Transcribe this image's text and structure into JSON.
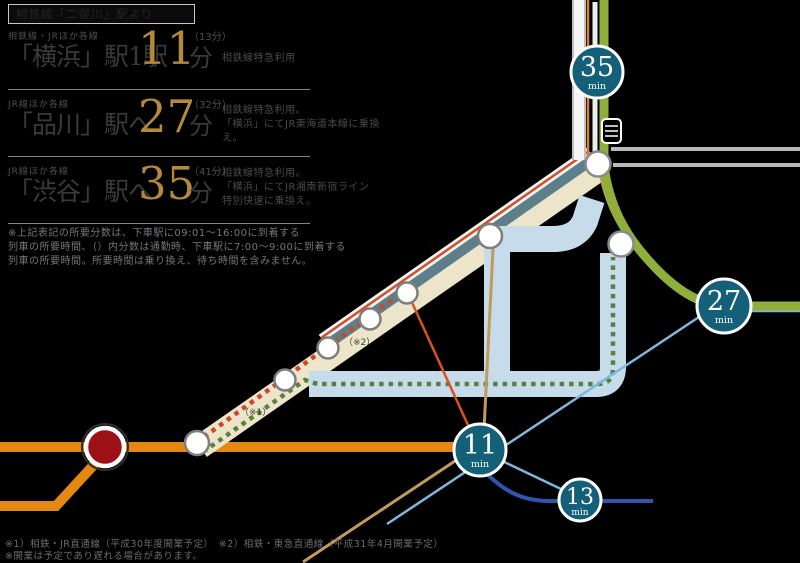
{
  "header": {
    "title": "相鉄線「二俣川」駅より"
  },
  "routes": [
    {
      "line_label": "相鉄線・JRほか各線",
      "destination": "「横浜」駅1駅",
      "minutes": "11",
      "unit": "分",
      "peak": "（13分）",
      "notes": [
        "相鉄線特急利用"
      ]
    },
    {
      "line_label": "JR線ほか各線",
      "destination": "「品川」駅へ",
      "minutes": "27",
      "unit": "分",
      "peak": "（32分）",
      "notes": [
        "相鉄線特急利用。",
        "「横浜」にてJR東海道本線に乗換え。"
      ]
    },
    {
      "line_label": "JR線ほか各線",
      "destination": "「渋谷」駅へ",
      "minutes": "35",
      "unit": "分",
      "peak": "（41分）",
      "notes": [
        "相鉄線特急利用。",
        "「横浜」にてJR湘南新宿ライン",
        "特別快速に乗換え。"
      ]
    }
  ],
  "map_note_lines": [
    "※上記表記の所要分数は、下車駅に09:01～16:00に到着する",
    "列車の所要時間、（）内分数は通勤時、下車駅に7:00～9:00に到着する",
    "列車の所要時間。所要時間は乗り換え、待ち時間を含みません。"
  ],
  "footer_note_lines": [
    "※1）相鉄・JR直通線（平成30年度開業予定）　※2）相鉄・東急直通線（平成31年4月開業予定）",
    "※開業は予定であり遅れる場合があります。"
  ],
  "badges": [
    {
      "id": "shibuya",
      "value": "35",
      "unit": "min"
    },
    {
      "id": "shinagawa",
      "value": "27",
      "unit": "min"
    },
    {
      "id": "yokohama",
      "value": "11",
      "unit": "min"
    },
    {
      "id": "branch",
      "value": "13",
      "unit": "min"
    }
  ],
  "map_labels": {
    "note1": "（※1）",
    "note2": "（※2）"
  },
  "colors": {
    "background": "#000000",
    "gold_number": "#b3893b",
    "badge_teal": "#156079",
    "sotetsu_orange": "#e4890f",
    "cream_band": "#ede5ca",
    "slate_band": "#5c7f8a",
    "red_line": "#d1502a",
    "green_dotted": "#5a7f42",
    "lightblue_band": "#c6dcea",
    "lightblue_line": "#7ab9dd",
    "darkblue_line": "#2f56ae",
    "green_line": "#8fae3a",
    "tan_line": "#c29a5c",
    "gray_line": "#b9b9b9",
    "origin_red": "#9c1016"
  }
}
